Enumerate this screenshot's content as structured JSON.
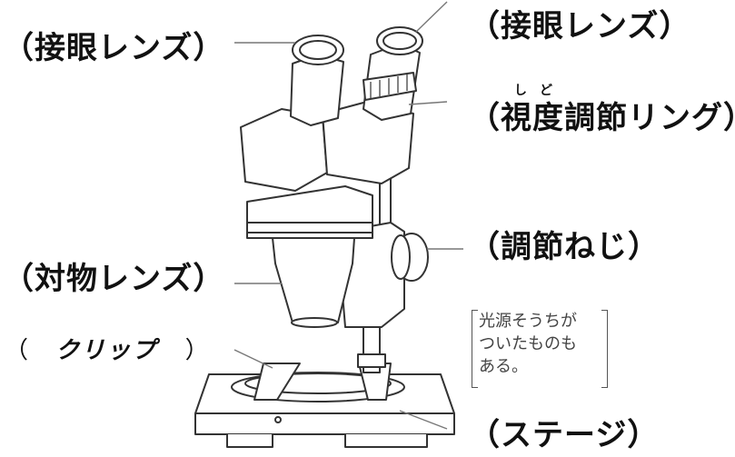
{
  "labels": {
    "eyepiece_left": "（接眼レンズ）",
    "eyepiece_right": "（接眼レンズ）",
    "diopter_ring": "（視度調節リング）",
    "diopter_ruby": "し　ど",
    "focus_knob": "（調節ねじ）",
    "objective_lens": "（対物レンズ）",
    "clip_open": "（",
    "clip_word": "クリップ",
    "clip_close": "）",
    "stage": "（ステージ）"
  },
  "note": {
    "text": "光源そうちが\nついたものも\nある。"
  },
  "colors": {
    "line": "#333333",
    "text": "#111111",
    "fill": "#ffffff"
  }
}
